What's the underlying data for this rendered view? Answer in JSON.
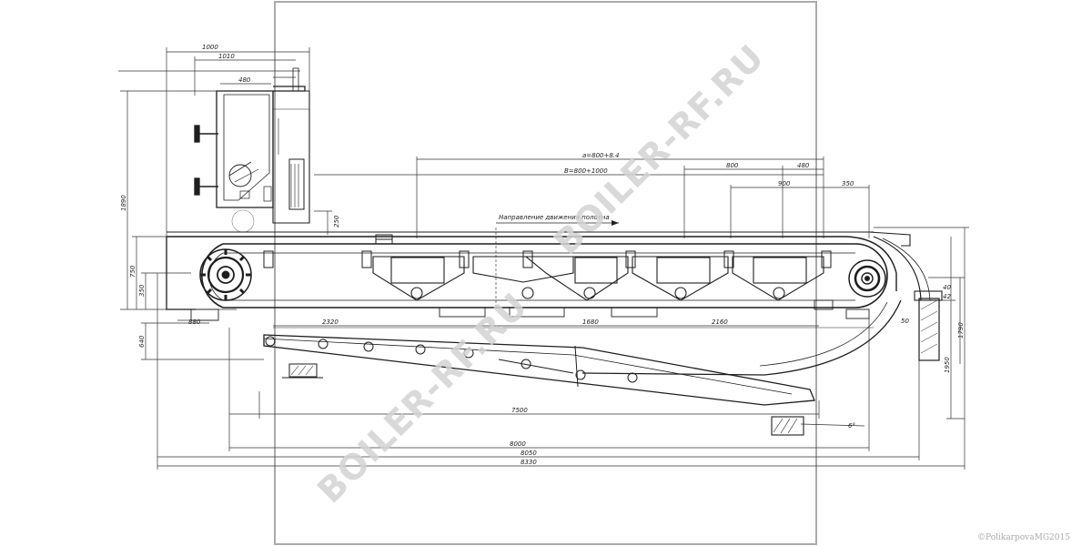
{
  "drawing": {
    "top_dimensions": {
      "d_1000": "1000",
      "d_1010": "1010",
      "d_480": "480",
      "d_a800": "a=800+8.4",
      "d_b800": "B=800+1000",
      "d_800a": "800",
      "d_480b": "480",
      "d_900": "900",
      "d_350": "350"
    },
    "left_dimensions": {
      "d_1890": "1890",
      "d_750": "750",
      "d_350": "350",
      "d_250": "250",
      "d_640": "640"
    },
    "right_dimensions": {
      "d_1790": "1790",
      "d_1950": "1950",
      "d_40": "40",
      "d_42": "42",
      "d_50": "50"
    },
    "bottom_dimensions": {
      "d_880": "880",
      "d_2320": "2320",
      "d_1680": "1680",
      "d_2160": "2160",
      "d_7500": "7500",
      "d_8000": "8000",
      "d_8050": "8050",
      "d_8330": "8330",
      "d_6deg": "6°"
    },
    "label_direction": "Направление движения полотна",
    "watermark_text": "BOILER-RF.RU",
    "copyright": "©PolikarpovaMG2015"
  }
}
